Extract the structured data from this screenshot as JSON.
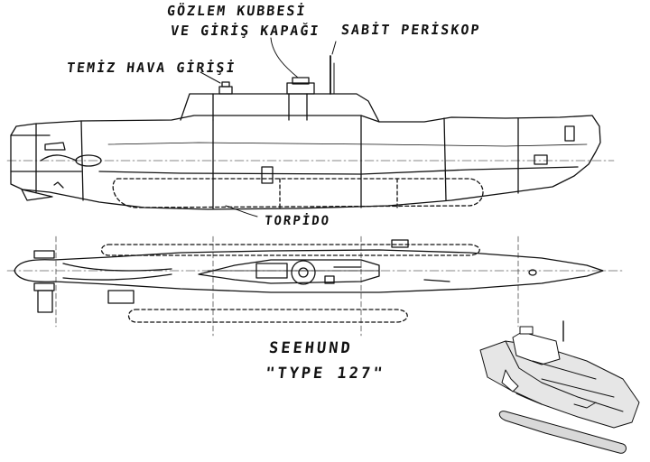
{
  "labels": {
    "observation_line1": "GÖZLEM KUBBESİ",
    "observation_line2": "VE GİRİŞ KAPAĞI",
    "periscope": "SABİT PERİSKOP",
    "air_intake": "TEMİZ HAVA GİRİŞİ",
    "torpedo": "TORPİDO",
    "name": "SEEHUND",
    "type": "\"TYPE 127\""
  },
  "colors": {
    "ink": "#111111",
    "paper": "#ffffff",
    "sketch_fill": "#e6e6e6"
  },
  "views": [
    "side-elevation",
    "top-plan",
    "perspective-sketch"
  ]
}
